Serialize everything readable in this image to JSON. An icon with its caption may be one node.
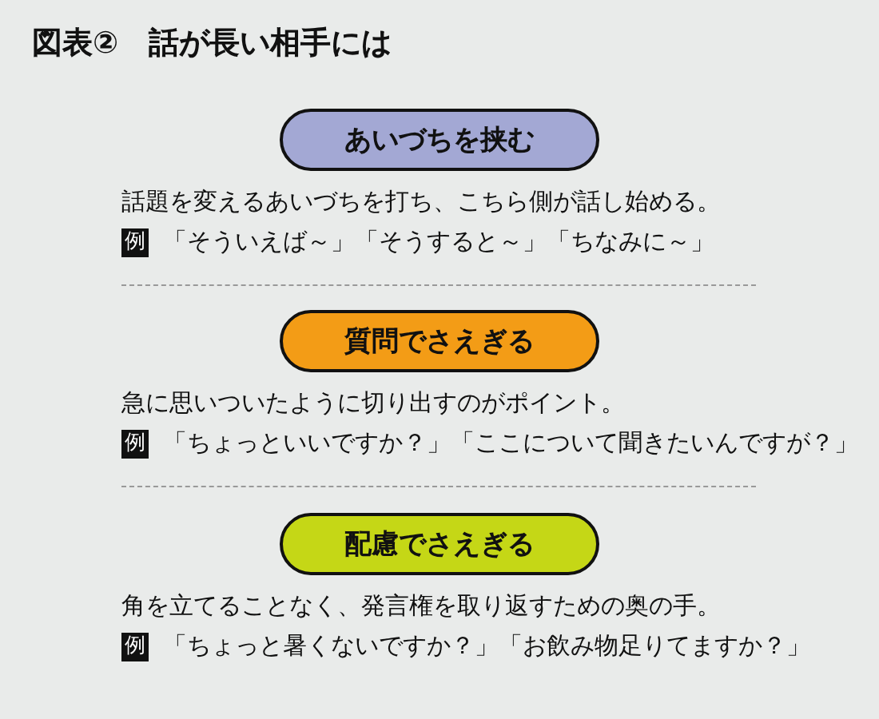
{
  "diagram": {
    "title": "図表②　話が長い相手には",
    "nodes": [
      {
        "text": [
          "あいづちを挟む"
        ]
      },
      {
        "text": [
          "質問でさえぎる"
        ]
      },
      {
        "text": [
          "配慮でさえぎる"
        ]
      }
    ],
    "labels": [
      "話題を変えるあいづちを打ち、こちら側が話し始める。",
      "例",
      "「そういえば～」「そうすると～」「ちなみに～」",
      "急に思いついたように切り出すのがポイント。",
      "例",
      "「ちょっといいですか？」「ここについて聞きたいんですが？」",
      "角を立てることなく、発言権を取り返すための奥の手。",
      "例",
      "「ちょっと暑くないですか？」「お飲み物足りてますか？」"
    ]
  }
}
